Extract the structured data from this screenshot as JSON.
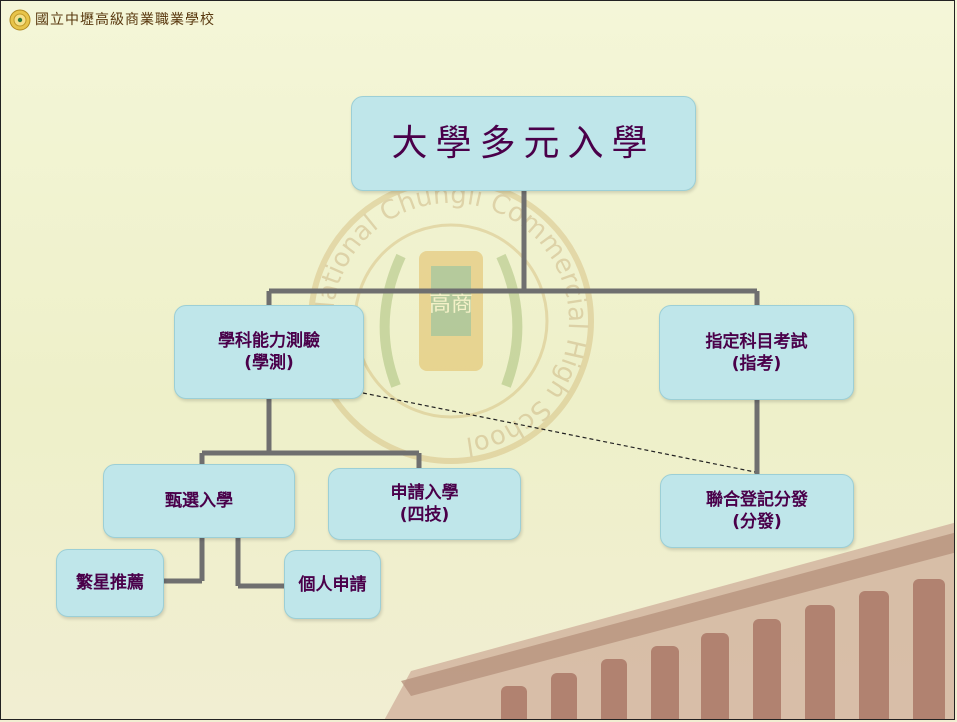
{
  "header": {
    "school_name": "國立中壢高級商業職業學校"
  },
  "watermark": {
    "ring_text": "National Chungli Commercial High School",
    "emblem_text": "高商"
  },
  "diagram": {
    "root": "大學多元入學",
    "left_branch": {
      "line1": "學科能力測驗",
      "line2": "(學測)"
    },
    "right_branch": {
      "line1": "指定科目考試",
      "line2": "(指考)"
    },
    "selection": "甄選入學",
    "application": {
      "line1": "申請入學",
      "line2": "(四技)"
    },
    "allocation": {
      "line1": "聯合登記分發",
      "line2": "(分發)"
    },
    "star_plan": "繁星推薦",
    "personal_application": "個人申請"
  },
  "colors": {
    "node_fill": "#bfe6ea",
    "node_text": "#4a004a",
    "connector": "#6f6f6f",
    "background": "#f1f3d2"
  }
}
